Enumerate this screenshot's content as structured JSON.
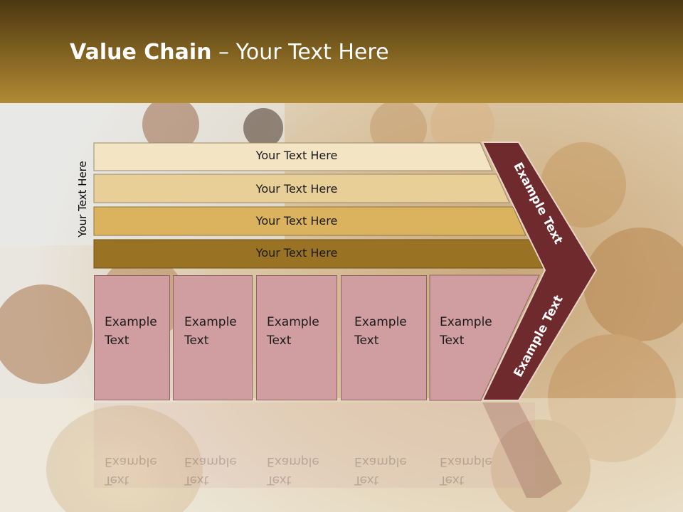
{
  "title": {
    "bold": "Value Chain",
    "rest": " – Your Text Here"
  },
  "side_label": "Your Text Here",
  "bars": [
    {
      "label": "Your Text Here",
      "color": "#f3e4c4"
    },
    {
      "label": "Your Text Here",
      "color": "#e8cf98"
    },
    {
      "label": "Your Text Here",
      "color": "#dbb35e"
    },
    {
      "label": "Your Text Here",
      "color": "#9a7224"
    }
  ],
  "boxes": [
    {
      "line1": "Example",
      "line2": "Text"
    },
    {
      "line1": "Example",
      "line2": "Text"
    },
    {
      "line1": "Example",
      "line2": "Text"
    },
    {
      "line1": "Example",
      "line2": "Text"
    },
    {
      "line1": "Example",
      "line2": "Text"
    }
  ],
  "chevron": {
    "upper": "Example Text",
    "lower": "Example Text",
    "color": "#6e2a2c"
  },
  "colors": {
    "header": "#7a5c1e",
    "box": "#d09ea0"
  }
}
